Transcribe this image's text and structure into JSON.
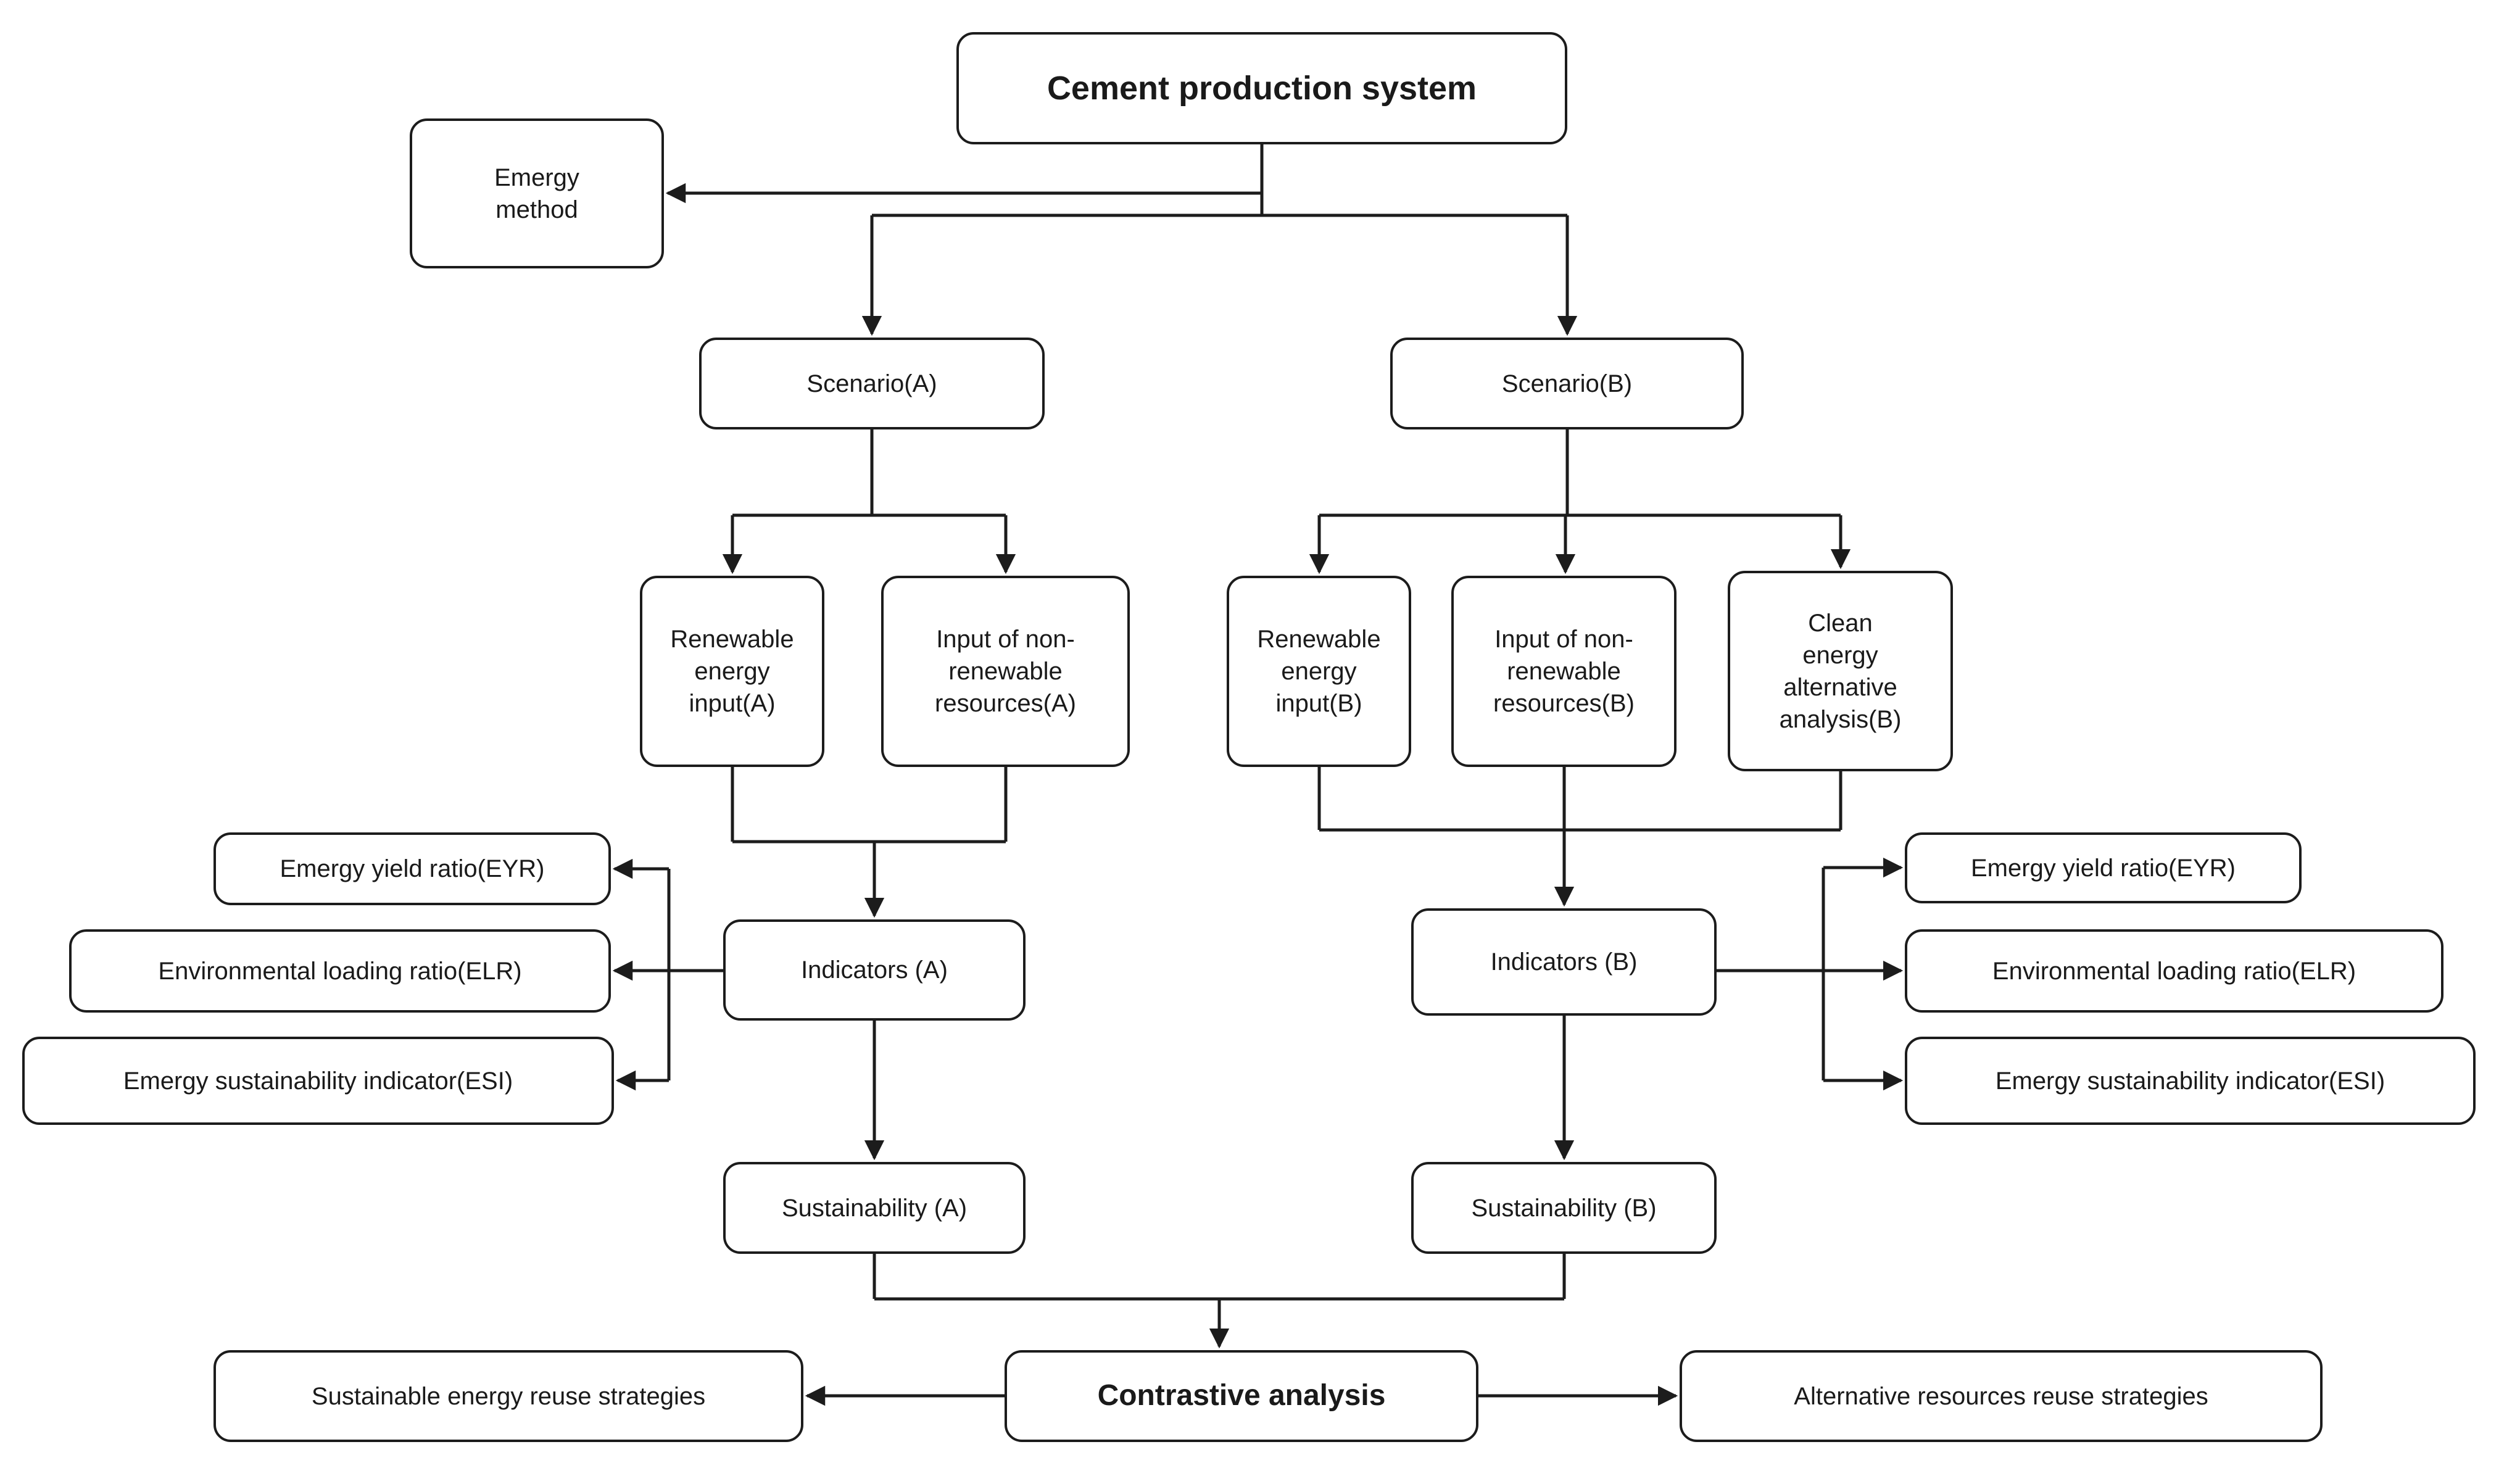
{
  "figure": {
    "type": "flowchart",
    "colors": {
      "background": "#ffffff",
      "line": "#1c1c1c",
      "box_fill": "#ffffff",
      "text": "#1a1a1a"
    }
  },
  "nodes": {
    "cement": "Cement production system",
    "emergy_method": "Emergy method",
    "scenario_a": "Scenario(A)",
    "scenario_b": "Scenario(B)",
    "renewable_a": "Renewable energy input(A)",
    "nonrenewable_a": "Input of non-renewable resources(A)",
    "renewable_b": "Renewable energy input(B)",
    "nonrenewable_b": "Input of non-renewable resources(B)",
    "clean_b": "Clean energy alternative analysis(B)",
    "eyr_left": "Emergy yield ratio(EYR)",
    "elr_left": "Environmental loading ratio(ELR)",
    "esi_left": "Emergy sustainability indicator(ESI)",
    "indicators_a": "Indicators (A)",
    "indicators_b": "Indicators (B)",
    "eyr_right": "Emergy yield ratio(EYR)",
    "elr_right": "Environmental loading ratio(ELR)",
    "esi_right": "Emergy sustainability indicator(ESI)",
    "sustainability_a": "Sustainability (A)",
    "sustainability_b": "Sustainability (B)",
    "contrastive": "Contrastive analysis",
    "sustainable_strategies": "Sustainable energy reuse strategies",
    "alternative_strategies": "Alternative resources reuse strategies"
  }
}
